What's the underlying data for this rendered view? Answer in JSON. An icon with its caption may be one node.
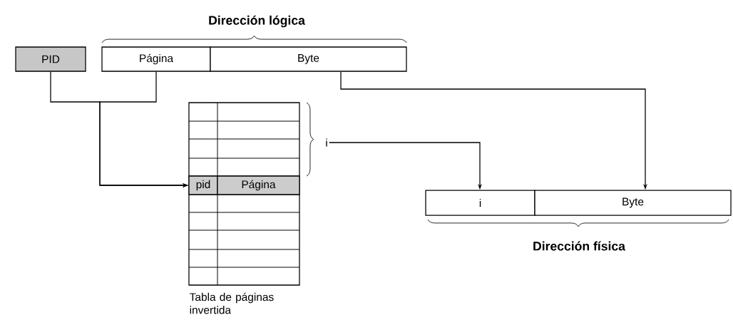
{
  "diagram": {
    "nodes": [
      {
        "text": [
          "PID"
        ]
      },
      {
        "text": [
          "Página"
        ]
      },
      {
        "text": [
          "Byte"
        ]
      },
      {
        "text": [
          "Tabla de páginas invertida"
        ]
      },
      {
        "text": [
          "pid"
        ],
        "in": 3
      },
      {
        "text": [
          "Página"
        ],
        "in": 3
      },
      {
        "text": [
          "i"
        ]
      },
      {
        "text": [
          "i"
        ]
      },
      {
        "text": [
          "Byte"
        ]
      }
    ],
    "edges": [
      {
        "from": 0,
        "to": 4,
        "arrow": "to"
      },
      {
        "from": 1,
        "to": 4,
        "arrow": "to"
      },
      {
        "from": 2,
        "to": 8,
        "arrow": "to"
      },
      {
        "from": 6,
        "to": 7,
        "arrow": "to"
      }
    ],
    "labels": [
      "Dirección lógica",
      "Dirección física"
    ]
  }
}
